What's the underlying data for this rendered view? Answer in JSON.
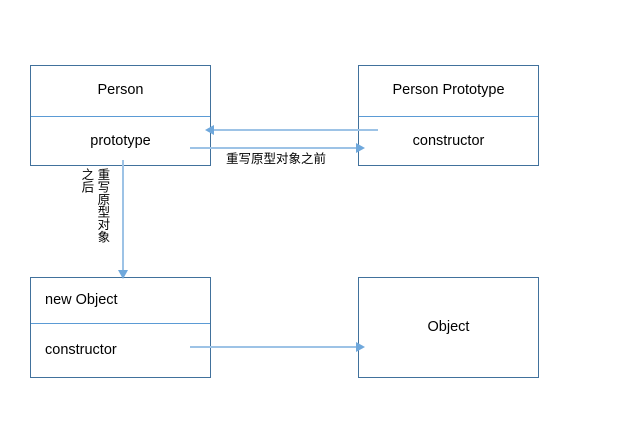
{
  "diagram": {
    "title_text": "",
    "colors": {
      "box_border": "#41719C",
      "cell_divider": "#5B9BD5",
      "arrow_line": "#9DC3E6",
      "arrow_head": "#6FA8DC",
      "text": "#000000",
      "background": "#ffffff"
    },
    "boxes": [
      {
        "id": "person",
        "header": "Person",
        "member": "prototype"
      },
      {
        "id": "person-prototype",
        "header": "Person Prototype",
        "member": "constructor"
      },
      {
        "id": "new-object",
        "header": "new Object",
        "member": "constructor"
      },
      {
        "id": "object",
        "header": "Object",
        "member": ""
      }
    ],
    "edges": [
      {
        "id": "prototype-to-person",
        "label": "",
        "direction": "left"
      },
      {
        "id": "person-to-prototype",
        "label": "重写原型对象之前",
        "direction": "right"
      },
      {
        "id": "prototype-to-new-object",
        "label_column_1": "重写原型对象",
        "label_column_2": "之后",
        "direction": "down"
      },
      {
        "id": "constructor-to-object",
        "label": "",
        "direction": "right"
      }
    ]
  }
}
